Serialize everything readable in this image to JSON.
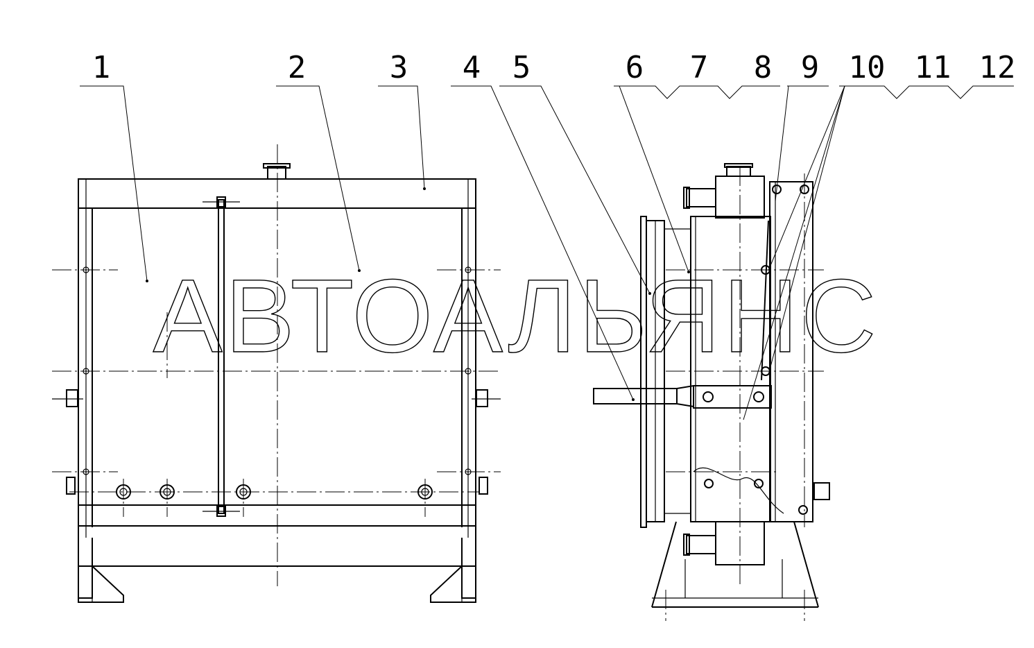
{
  "callouts": [
    "1",
    "2",
    "3",
    "4",
    "5",
    "6",
    "7",
    "8",
    "9",
    "10",
    "11",
    "12"
  ],
  "watermark": "АВТОАЛЬЯНС"
}
